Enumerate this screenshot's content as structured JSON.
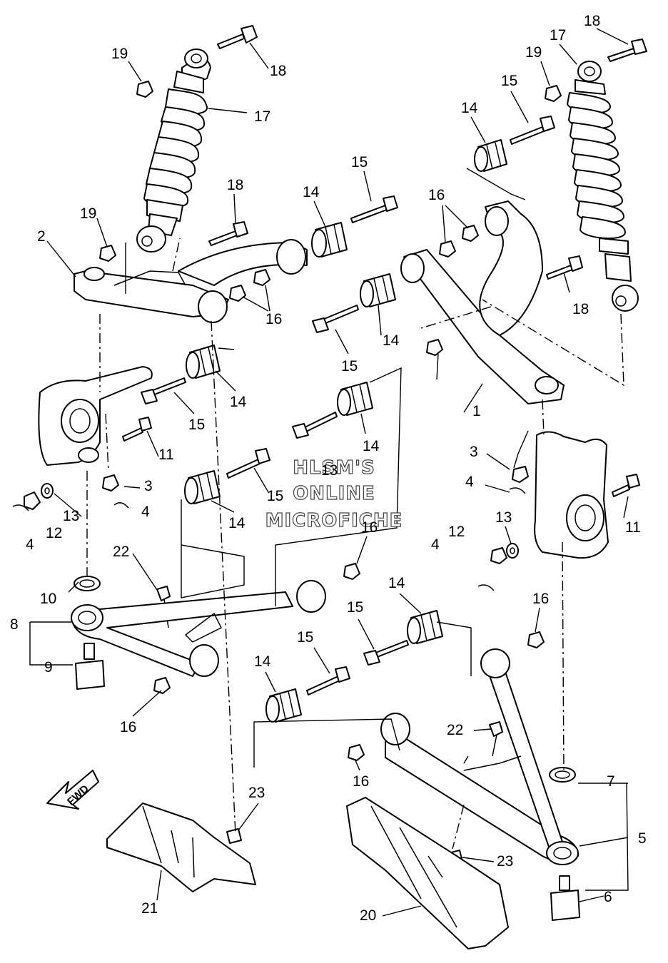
{
  "watermark": {
    "line1": "HLSM'S",
    "line2": "ONLINE",
    "line3": "MICROFICHE"
  },
  "direction_arrow": {
    "label": "FWD"
  },
  "callouts": [
    {
      "id": "c1",
      "text": "1"
    },
    {
      "id": "c2",
      "text": "2"
    },
    {
      "id": "c3a",
      "text": "3"
    },
    {
      "id": "c3b",
      "text": "3"
    },
    {
      "id": "c4a",
      "text": "4"
    },
    {
      "id": "c4b",
      "text": "4"
    },
    {
      "id": "c4c",
      "text": "4"
    },
    {
      "id": "c4d",
      "text": "4"
    },
    {
      "id": "c5",
      "text": "5"
    },
    {
      "id": "c6",
      "text": "6"
    },
    {
      "id": "c7",
      "text": "7"
    },
    {
      "id": "c8",
      "text": "8"
    },
    {
      "id": "c9",
      "text": "9"
    },
    {
      "id": "c10",
      "text": "10"
    },
    {
      "id": "c11a",
      "text": "11"
    },
    {
      "id": "c11b",
      "text": "11"
    },
    {
      "id": "c12a",
      "text": "12"
    },
    {
      "id": "c12b",
      "text": "12"
    },
    {
      "id": "c13a",
      "text": "13"
    },
    {
      "id": "c13b",
      "text": "13"
    },
    {
      "id": "c13c",
      "text": "13"
    },
    {
      "id": "c14a",
      "text": "14"
    },
    {
      "id": "c14b",
      "text": "14"
    },
    {
      "id": "c14c",
      "text": "14"
    },
    {
      "id": "c14d",
      "text": "14"
    },
    {
      "id": "c14e",
      "text": "14"
    },
    {
      "id": "c14f",
      "text": "14"
    },
    {
      "id": "c14g",
      "text": "14"
    },
    {
      "id": "c14h",
      "text": "14"
    },
    {
      "id": "c15a",
      "text": "15"
    },
    {
      "id": "c15b",
      "text": "15"
    },
    {
      "id": "c15c",
      "text": "15"
    },
    {
      "id": "c15d",
      "text": "15"
    },
    {
      "id": "c15e",
      "text": "15"
    },
    {
      "id": "c15f",
      "text": "15"
    },
    {
      "id": "c15g",
      "text": "15"
    },
    {
      "id": "c16a",
      "text": "16"
    },
    {
      "id": "c16b",
      "text": "16"
    },
    {
      "id": "c16c",
      "text": "16"
    },
    {
      "id": "c16d",
      "text": "16"
    },
    {
      "id": "c16e",
      "text": "16"
    },
    {
      "id": "c16f",
      "text": "16"
    },
    {
      "id": "c17a",
      "text": "17"
    },
    {
      "id": "c17b",
      "text": "17"
    },
    {
      "id": "c18a",
      "text": "18"
    },
    {
      "id": "c18b",
      "text": "18"
    },
    {
      "id": "c18c",
      "text": "18"
    },
    {
      "id": "c18d",
      "text": "18"
    },
    {
      "id": "c19a",
      "text": "19"
    },
    {
      "id": "c19b",
      "text": "19"
    },
    {
      "id": "c19c",
      "text": "19"
    },
    {
      "id": "c20",
      "text": "20"
    },
    {
      "id": "c21",
      "text": "21"
    },
    {
      "id": "c22a",
      "text": "22"
    },
    {
      "id": "c22b",
      "text": "22"
    },
    {
      "id": "c23a",
      "text": "23"
    },
    {
      "id": "c23b",
      "text": "23"
    }
  ]
}
